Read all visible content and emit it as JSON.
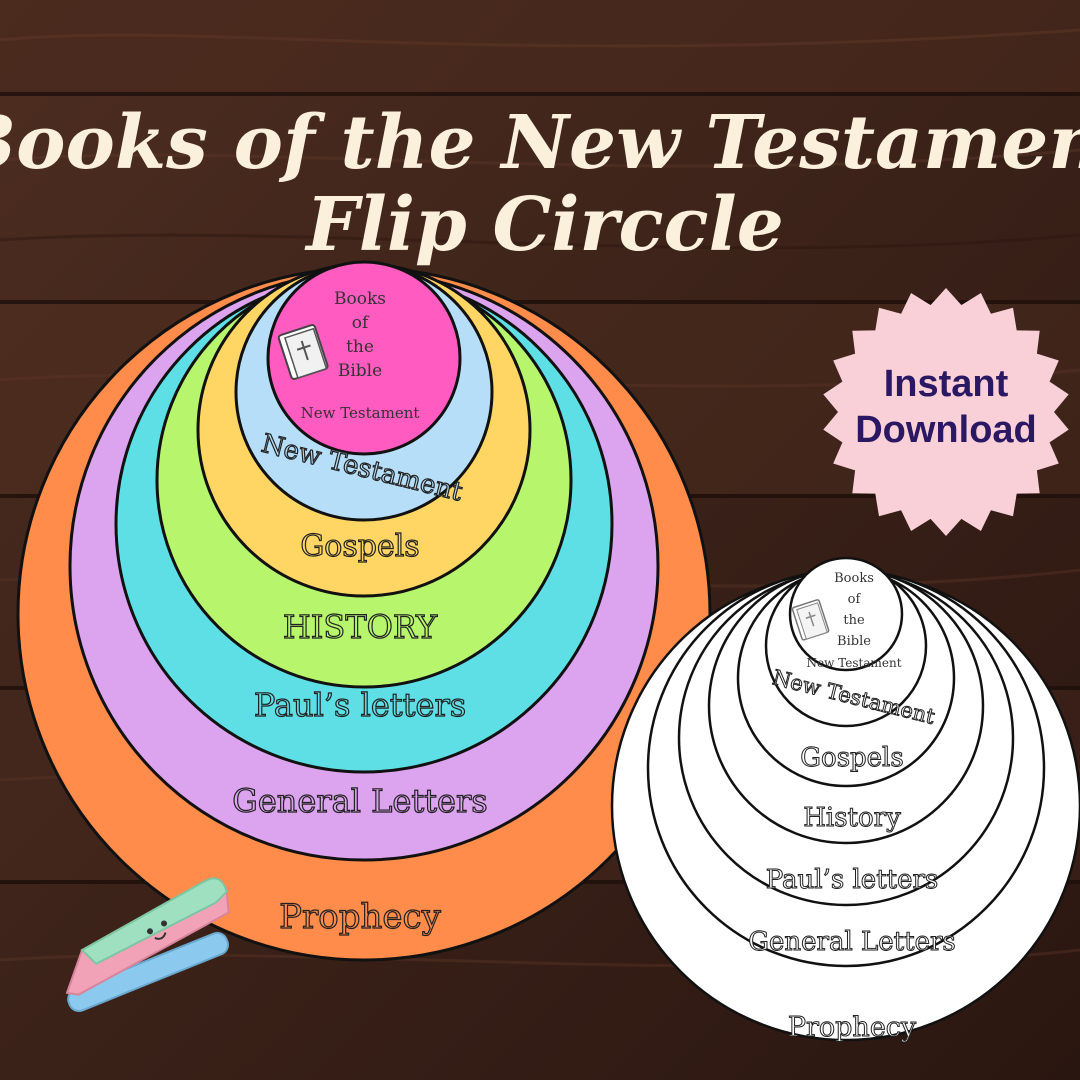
{
  "title": {
    "line1": "Books of the New Testament",
    "line2": "Flip Circcle"
  },
  "badge": {
    "line1": "Instant",
    "line2": "Download",
    "fill": "#f9cfd8",
    "text_color": "#2b1863"
  },
  "colors": {
    "wood_dark": "#2e1a13",
    "wood_mid": "#4a2b1f",
    "wood_light": "#5b3627",
    "title_text": "#fbf0dc",
    "outline": "#1a1a1a"
  },
  "colored_circle": {
    "center_lines": [
      "Books",
      "of",
      "the",
      "Bible",
      "New Testament"
    ],
    "layers": [
      {
        "label": "Prophecy",
        "fill": "#ff8c4a"
      },
      {
        "label": "General Letters",
        "fill": "#dca3ee"
      },
      {
        "label": "Paul’s letters",
        "fill": "#5edfe5"
      },
      {
        "label": "HISTORY",
        "fill": "#b6f56c"
      },
      {
        "label": "Gospels",
        "fill": "#ffd564"
      },
      {
        "label": "New Testament",
        "fill": "#b7def8"
      },
      {
        "label": "",
        "fill": "#ff5bc1"
      }
    ]
  },
  "outline_circle": {
    "center_lines": [
      "Books",
      "of",
      "the",
      "Bible",
      "New Testament"
    ],
    "layers": [
      {
        "label": "Prophecy"
      },
      {
        "label": "General Letters"
      },
      {
        "label": "Paul’s letters"
      },
      {
        "label": "History"
      },
      {
        "label": "Gospels"
      },
      {
        "label": "New Testament"
      },
      {
        "label": ""
      }
    ]
  },
  "stapler": {
    "body_color": "#f2a2b6",
    "top_color": "#9fe0c0",
    "base_color": "#8cc9ef"
  }
}
